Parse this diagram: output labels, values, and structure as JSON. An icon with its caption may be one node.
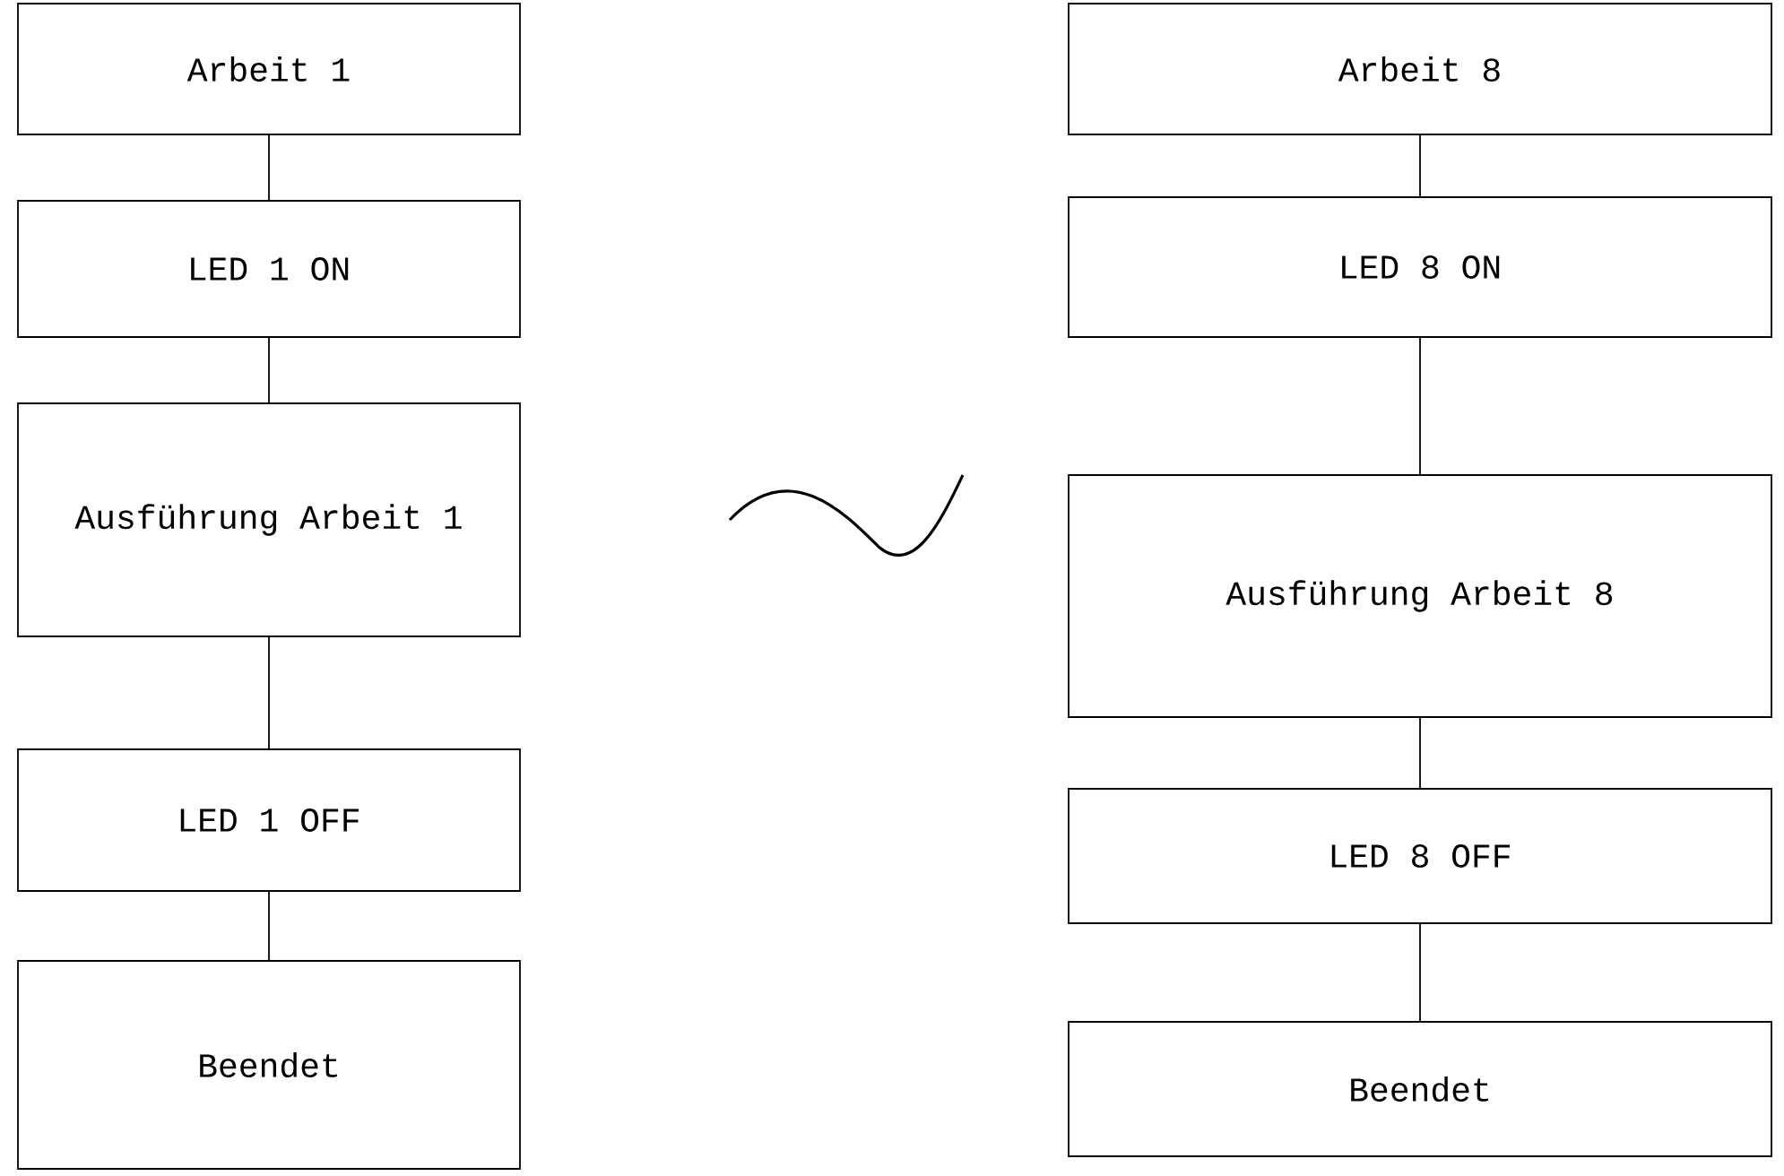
{
  "diagram": {
    "nodes": [
      {
        "text": [
          "Arbeit 1"
        ]
      },
      {
        "text": [
          "LED 1 ON"
        ]
      },
      {
        "text": [
          "Ausführung Arbeit 1"
        ]
      },
      {
        "text": [
          "LED 1 OFF"
        ]
      },
      {
        "text": [
          "Beendet"
        ]
      },
      {
        "text": [
          "Arbeit 8"
        ]
      },
      {
        "text": [
          "LED 8 ON"
        ]
      },
      {
        "text": [
          "Ausführung Arbeit 8"
        ]
      },
      {
        "text": [
          "LED 8 OFF"
        ]
      },
      {
        "text": [
          "Beendet"
        ]
      }
    ],
    "edges": [
      {
        "from": 0,
        "to": 1,
        "arrow": "none"
      },
      {
        "from": 1,
        "to": 2,
        "arrow": "none"
      },
      {
        "from": 2,
        "to": 3,
        "arrow": "none"
      },
      {
        "from": 3,
        "to": 4,
        "arrow": "none"
      },
      {
        "from": 5,
        "to": 6,
        "arrow": "none"
      },
      {
        "from": 6,
        "to": 7,
        "arrow": "none"
      },
      {
        "from": 7,
        "to": 8,
        "arrow": "none"
      },
      {
        "from": 8,
        "to": 9,
        "arrow": "none"
      }
    ]
  }
}
